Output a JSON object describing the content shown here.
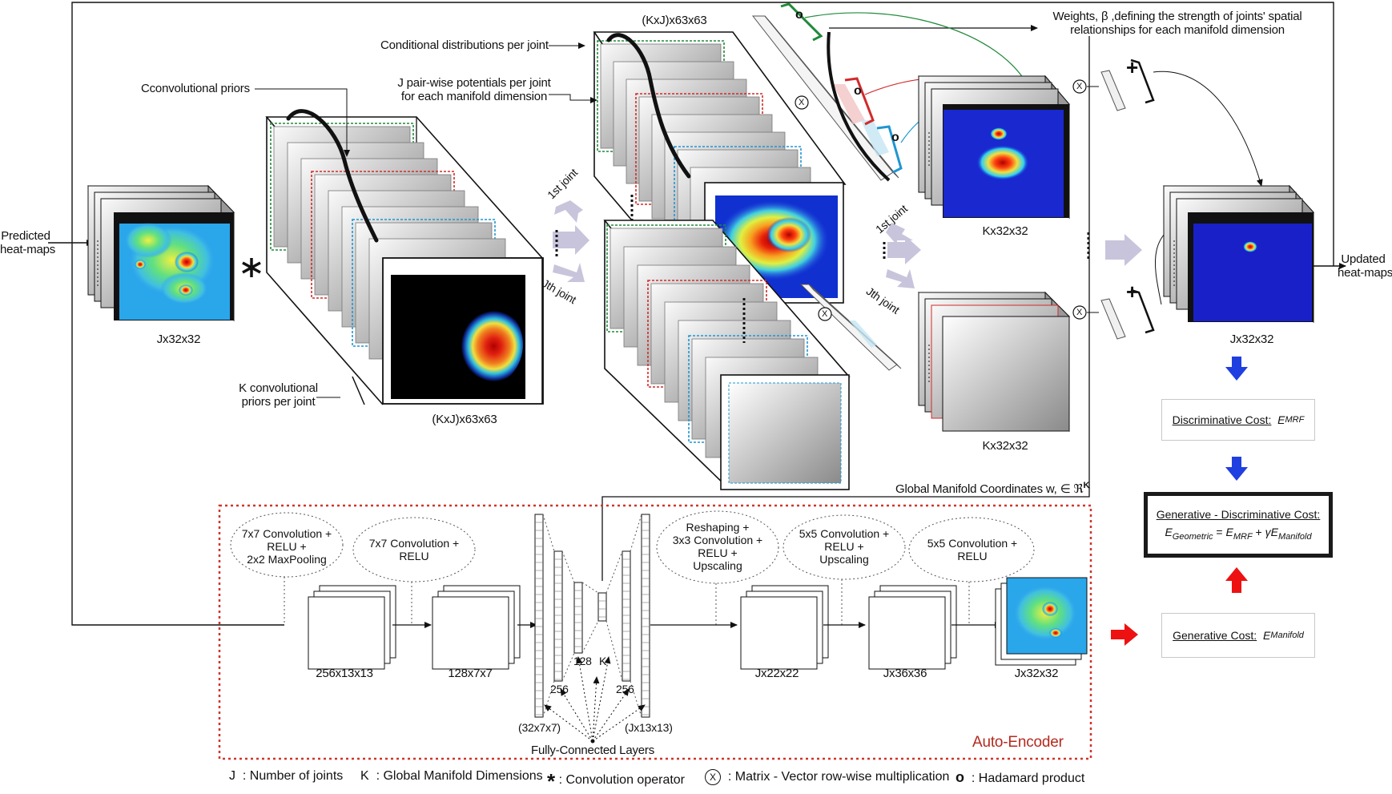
{
  "labels": {
    "predicted": [
      "Predicted",
      "heat-maps"
    ],
    "updated": [
      "Updated",
      "heat-maps"
    ],
    "conv_priors": "Cconvolutional priors",
    "k_conv_priors": [
      "K convolutional",
      "priors per joint"
    ],
    "cond_dist": "Conditional distributions per joint",
    "pairwise": [
      "J pair-wise potentials per joint",
      "for each manifold dimension"
    ],
    "weights": [
      "Weights,  β ,defining the strength of joints' spatial",
      "relationships for each manifold dimension"
    ],
    "global_coords": "Global Manifold Coordinates w, ∈ ℜ",
    "global_coords_sup": "K",
    "first_joint_a": "1st joint",
    "jth_joint_a": "Jth joint",
    "first_joint_b": "1st joint",
    "jth_joint_b": "Jth joint",
    "auto_encoder": "Auto-Encoder",
    "fc_layers": "Fully-Connected Layers"
  },
  "sizes": {
    "input": "Jx32x32",
    "priors": "(KxJ)x63x63",
    "cond_top": "(KxJ)x63x63",
    "k_top": "Kx32x32",
    "k_bottom": "Kx32x32",
    "output": "Jx32x32"
  },
  "operators": {
    "convolution": "*",
    "matvec": "X",
    "hadamard": "o",
    "plus": "+"
  },
  "costs": {
    "discriminative_label": "Discriminative Cost:",
    "discriminative_sym": "E",
    "discriminative_sub": "MRF",
    "generative_disc_title": "Generative - Discriminative Cost:",
    "formula_e": "E",
    "formula_geo": "Geometric",
    "formula_eq": " = ",
    "formula_emrf": "E",
    "formula_mrf": "MRF",
    "formula_plus": " + ",
    "formula_gamma": "γE",
    "formula_manifold": "Manifold",
    "generative_label": "Generative Cost:",
    "generative_sym": "E",
    "generative_sub": "Manifold"
  },
  "encoder": {
    "ops": [
      [
        "7x7 Convolution +",
        "RELU +",
        "2x2 MaxPooling"
      ],
      [
        "7x7 Convolution +",
        "RELU"
      ],
      [
        "Reshaping +",
        "3x3 Convolution +",
        "RELU +",
        "Upscaling"
      ],
      [
        "5x5 Convolution +",
        "RELU +",
        "Upscaling"
      ],
      [
        "5x5 Convolution +",
        "RELU"
      ]
    ],
    "layers": [
      "256x13x13",
      "128x7x7",
      "Jx22x22",
      "Jx36x36",
      "Jx32x32"
    ],
    "fc": [
      "(32x7x7)",
      "256",
      "128",
      "K",
      "256",
      "(Jx13x13)"
    ]
  },
  "legend": [
    {
      "sym": "J",
      "text": ": Number of joints"
    },
    {
      "sym": "K",
      "text": ": Global Manifold Dimensions"
    },
    {
      "sym": "*",
      "text": ": Convolution operator"
    },
    {
      "sym": "X",
      "text": ": Matrix - Vector row-wise multiplication"
    },
    {
      "sym": "o",
      "text": ": Hadamard product"
    }
  ],
  "colors": {
    "green": "#1f8a3a",
    "red": "#d22a2a",
    "blue": "#1f96d2",
    "orange": "#e0902a",
    "arrow_fill": "#c8c4dc",
    "ae_border": "#d0352b",
    "blue_arrow": "#1f3fe0",
    "red_arrow": "#ee1111"
  }
}
